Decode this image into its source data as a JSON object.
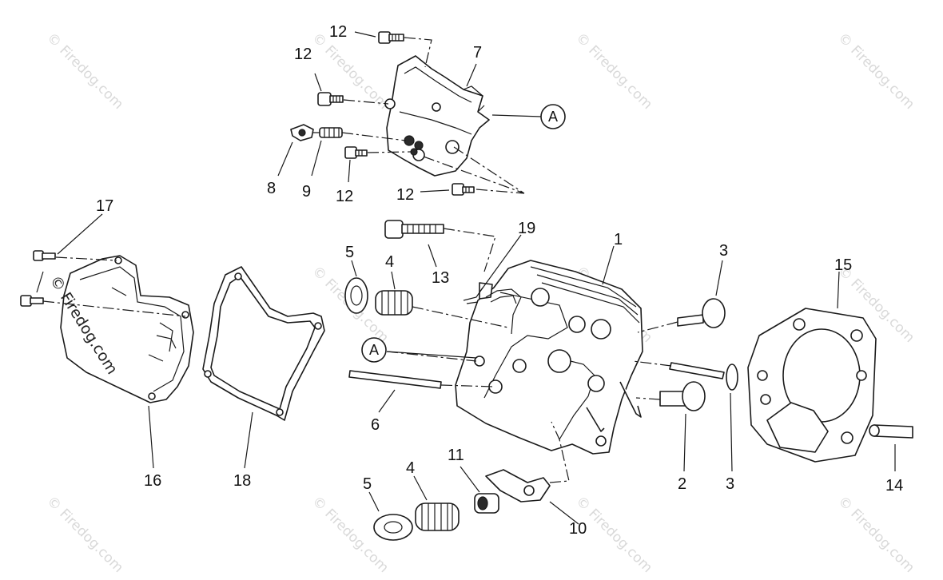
{
  "watermark": {
    "text": "© Firedog.com"
  },
  "reference_marker": {
    "letter": "A"
  },
  "callouts": {
    "c1": "1",
    "c2": "2",
    "c3a": "3",
    "c3b": "3",
    "c4a": "4",
    "c4b": "4",
    "c5a": "5",
    "c5b": "5",
    "c6": "6",
    "c7": "7",
    "c8": "8",
    "c9": "9",
    "c10": "10",
    "c11": "11",
    "c12a": "12",
    "c12b": "12",
    "c12c": "12",
    "c12d": "12",
    "c13": "13",
    "c14": "14",
    "c15": "15",
    "c16": "16",
    "c17": "17",
    "c18": "18",
    "c19": "19"
  }
}
